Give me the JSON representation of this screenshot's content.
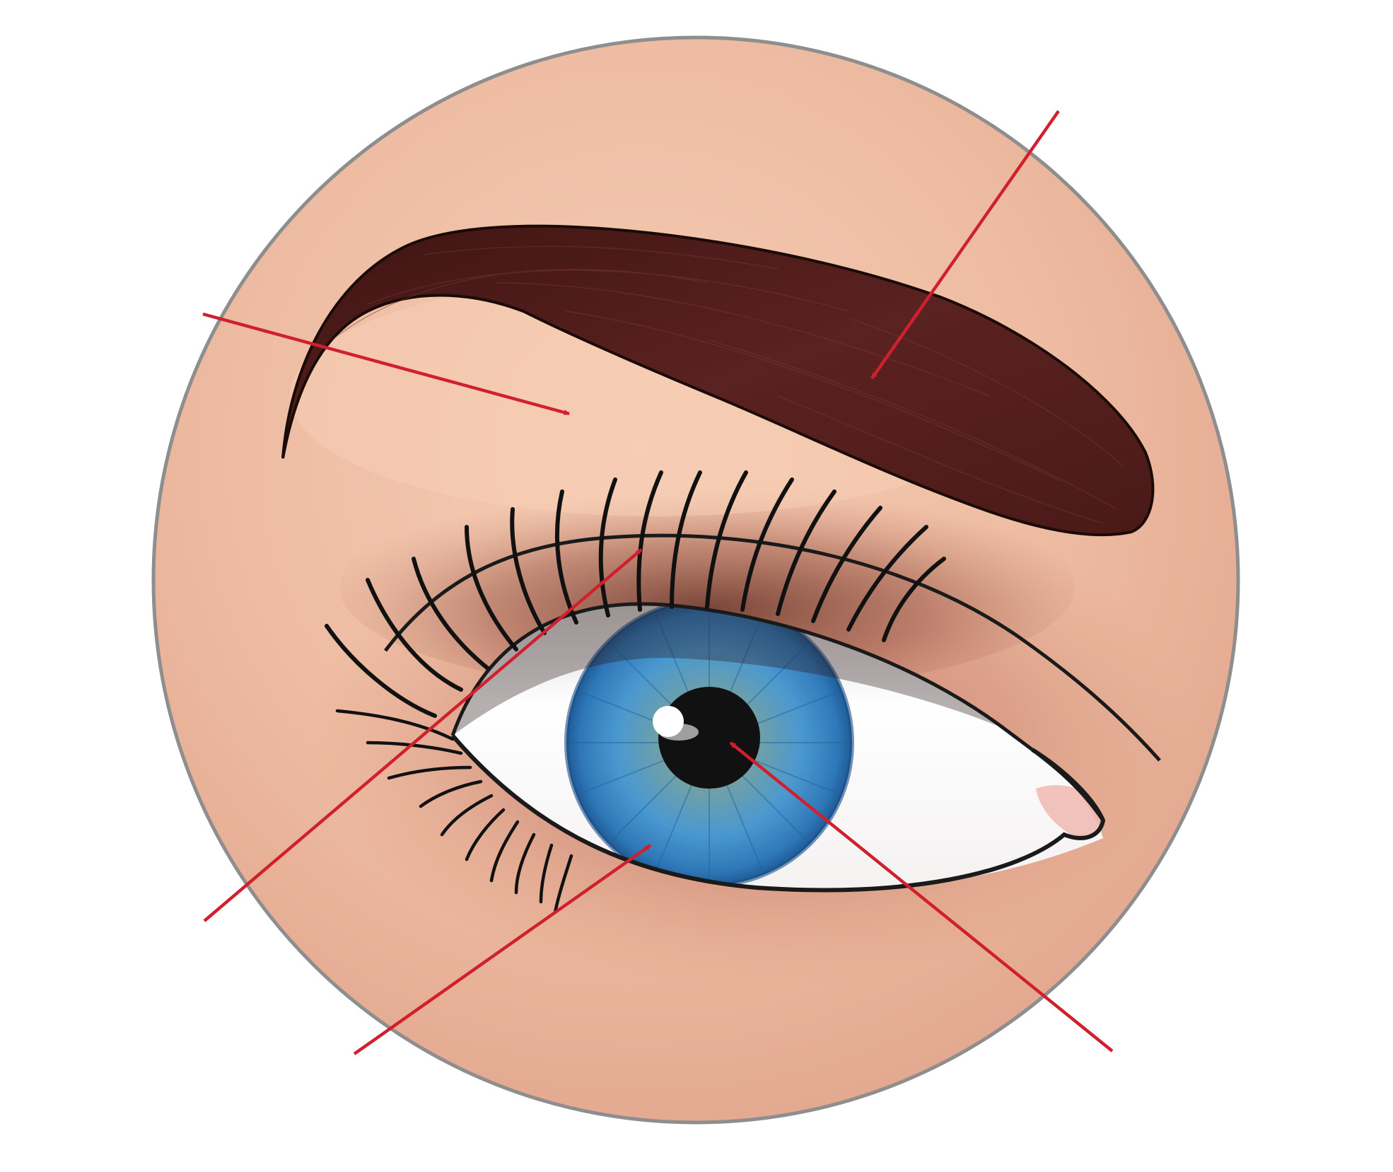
{
  "diagram": {
    "subject": "eye-and-eyebrow-unlabeled",
    "colors": {
      "arrow": "#d0202e",
      "skin_light": "#f6cdb5",
      "skin_mid": "#eab59c",
      "skin_shadow": "#c9816e",
      "circle_border": "#8e8e8e",
      "eyebrow": "#4a1a18",
      "iris": "#3a86c4",
      "pupil": "#111111",
      "sclera": "#ffffff",
      "outline": "#1a1a1a"
    },
    "pointers": [
      {
        "id": "skin-above-eye",
        "label": ""
      },
      {
        "id": "eyebrow",
        "label": ""
      },
      {
        "id": "eyelid",
        "label": ""
      },
      {
        "id": "iris",
        "label": ""
      },
      {
        "id": "pupil",
        "label": ""
      }
    ]
  }
}
